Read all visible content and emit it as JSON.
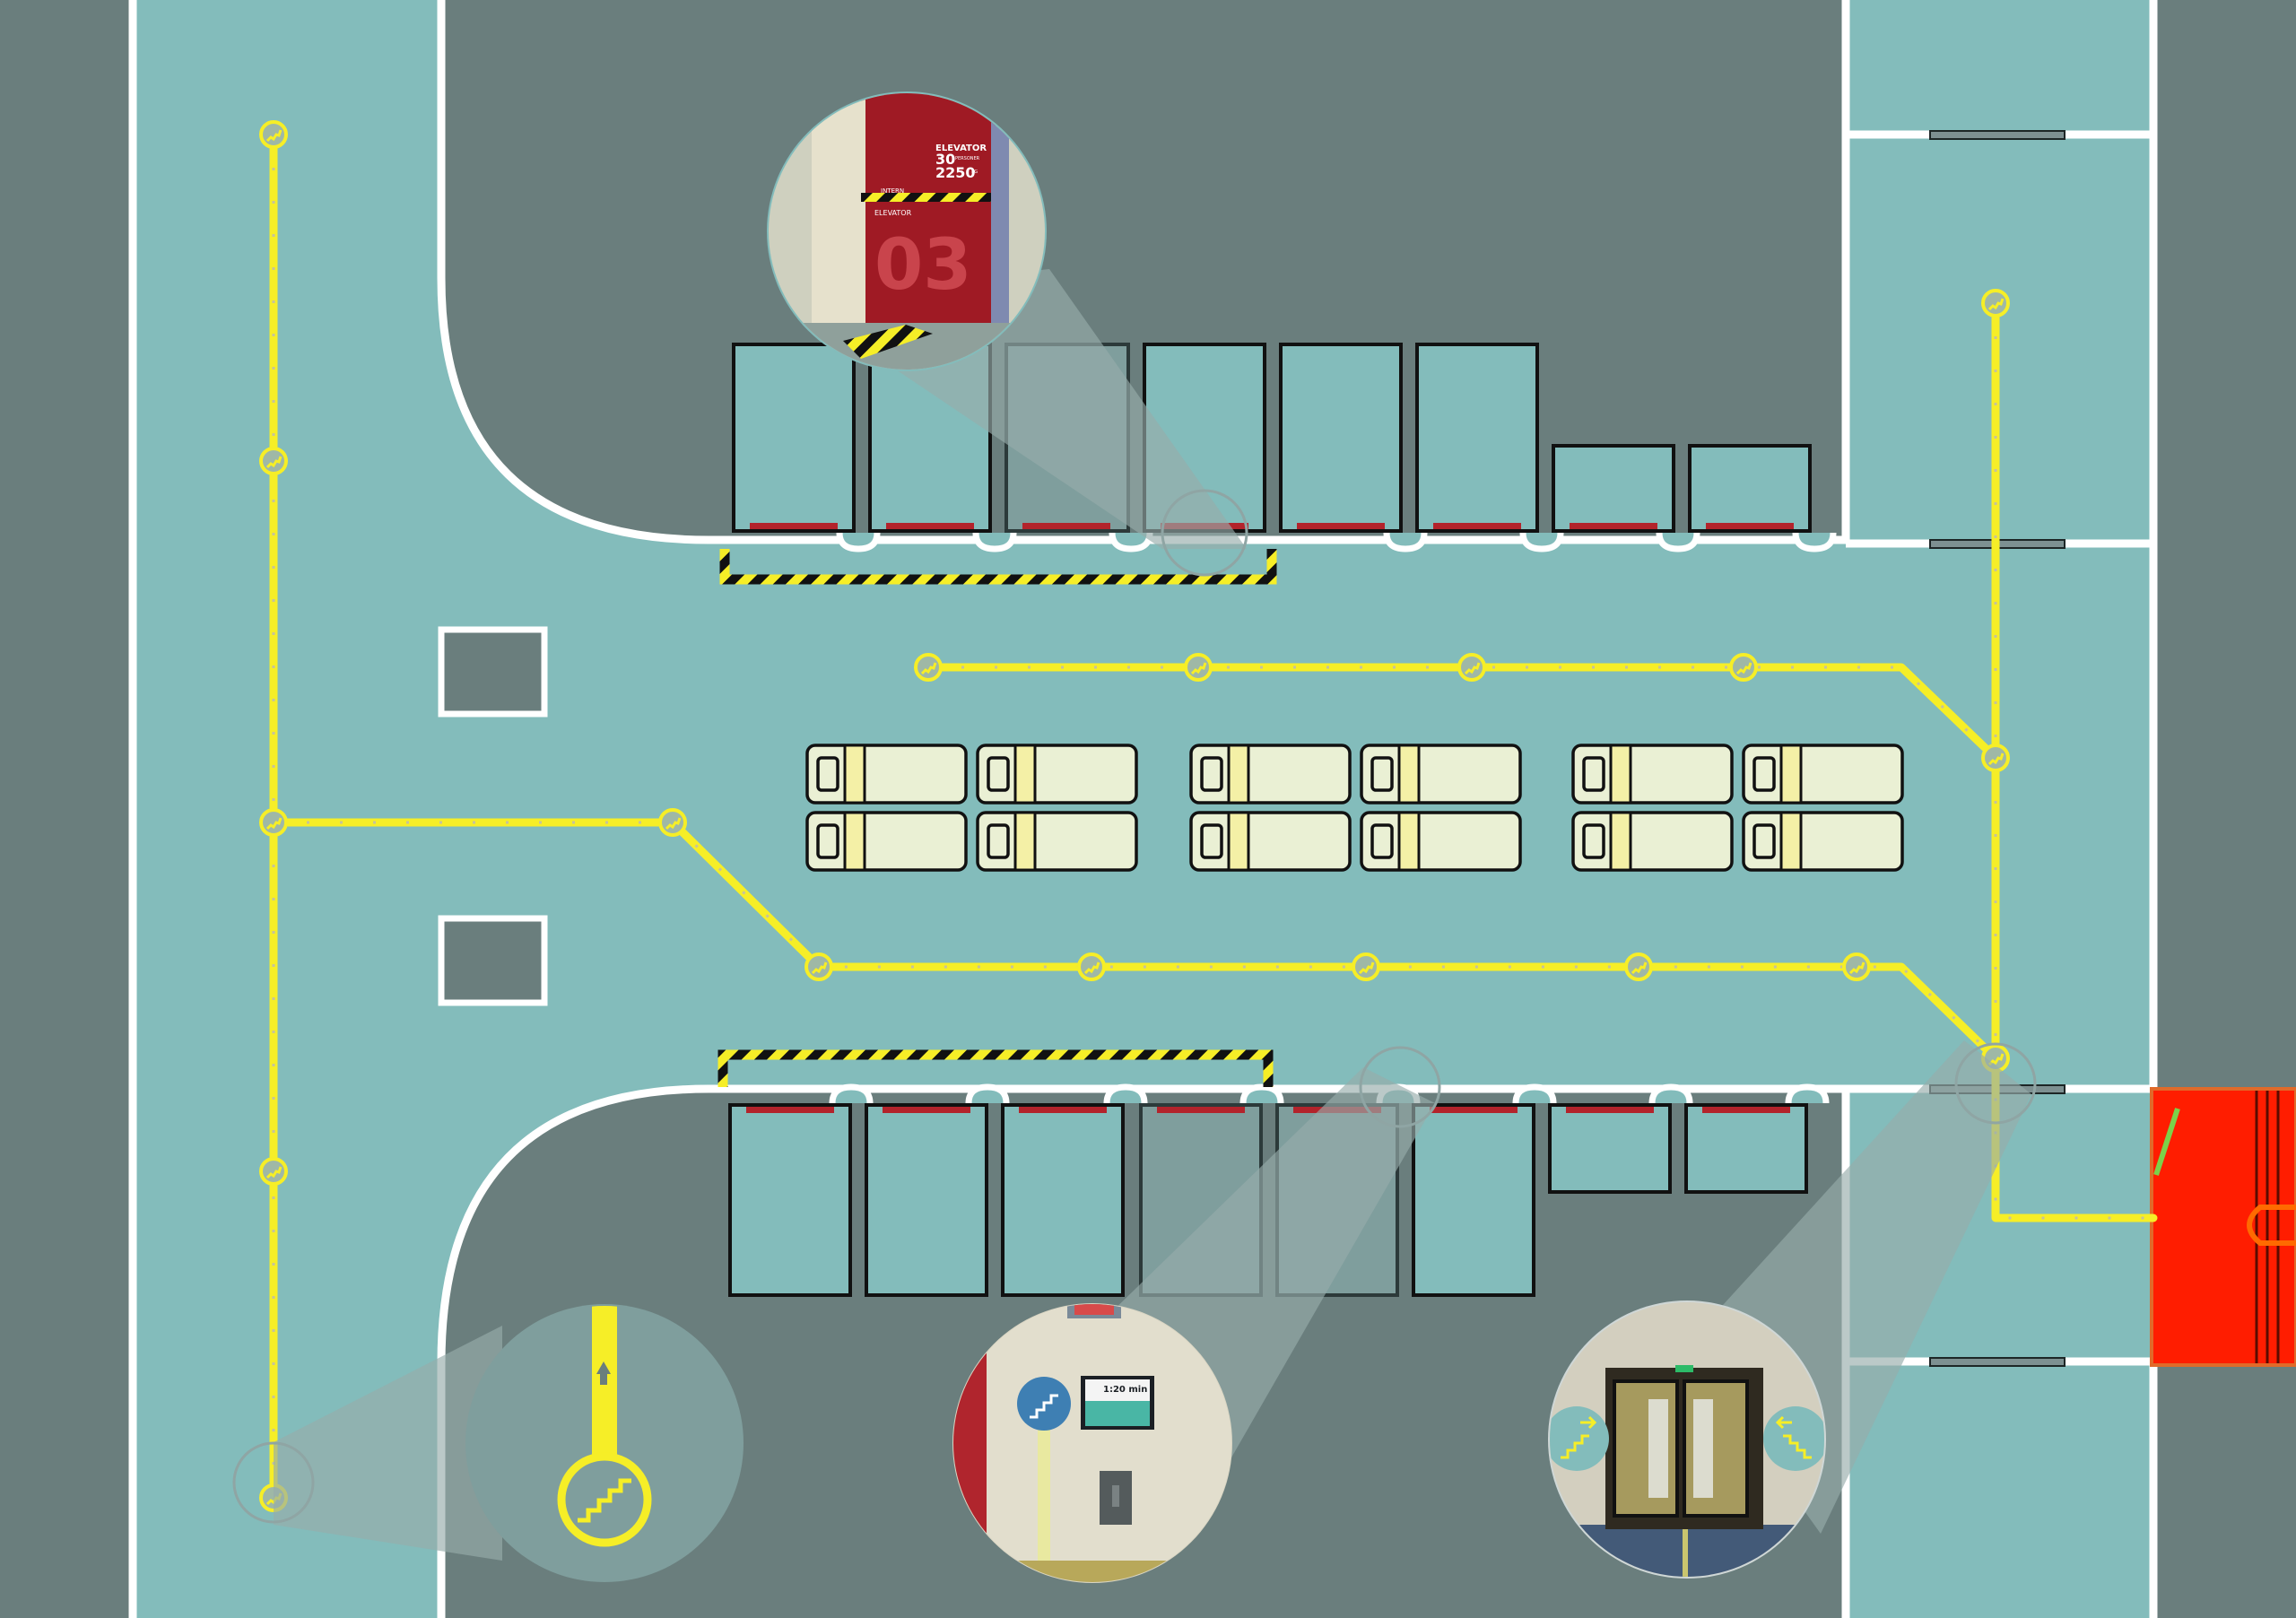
{
  "colors": {
    "grey_area": "#6a7e7d",
    "corridor": "#83bcbb",
    "wall": "#ffffff",
    "route": "#f6ee27",
    "stair_block": "#ff1d00",
    "hazard_stripe": "#f6ee27"
  },
  "photos": {
    "elevator_photo": {
      "sign_title": "ELEVATOR",
      "capacity_persons": "30",
      "capacity_persons_unit": "PERSONER",
      "capacity_weight": "2250",
      "capacity_weight_unit": "KG",
      "intern_label": "INTERN",
      "elevator_label": "ELEVATOR",
      "elevator_number": "03"
    },
    "info_screen_photo": {
      "screen_time": "1:20 min"
    }
  },
  "icons": {
    "route_marker": "stair-zigzag-icon",
    "route_arrow": "arrow-up-icon",
    "stairs_sign": "stairs-icon",
    "exit_left": "stairs-exit-right-icon",
    "exit_right": "stairs-exit-left-icon"
  }
}
